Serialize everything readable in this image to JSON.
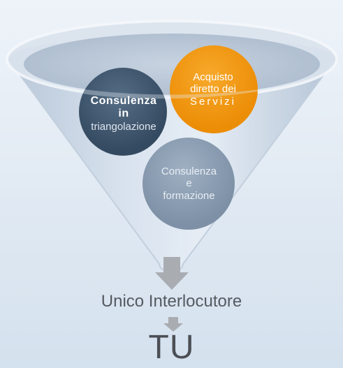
{
  "circles": {
    "triangolazione": {
      "line1": "Consulenza",
      "line2": "in",
      "line3": "triangolazione"
    },
    "acquisto": {
      "line1": "Acquisto",
      "line2": "diretto dei",
      "line3": "Servizi"
    },
    "formazione": {
      "line1": "Consulenza",
      "line2": "e",
      "line3": "formazione"
    }
  },
  "result_label": "Unico Interlocutore",
  "final_label": "TU",
  "colors": {
    "funnel_fill": "#c9d5e3",
    "circle_dark": "#3f566d",
    "circle_orange": "#f39a12",
    "circle_grey": "#8e9fb3",
    "arrow": "#a9acb1"
  }
}
